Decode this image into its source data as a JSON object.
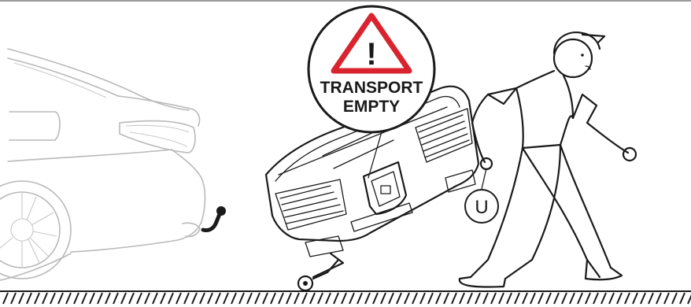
{
  "warning": {
    "symbol": "!",
    "line1": "TRANSPORT",
    "line2": "EMPTY",
    "triangle_color": "#d9232e"
  },
  "hand_marker": {
    "label": "U"
  },
  "icons": [
    "warning-triangle-icon",
    "car-rear-illustration",
    "tow-ball-hitch-icon",
    "cargo-carrier-illustration",
    "walking-person-illustration"
  ]
}
